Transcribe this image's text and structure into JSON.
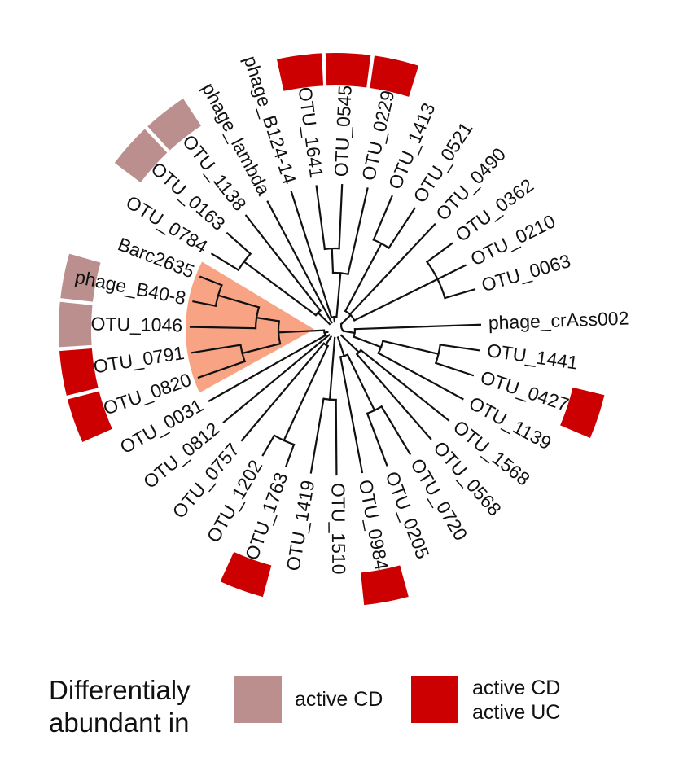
{
  "colors": {
    "active_cd": "#bc8f8f",
    "active_cd_uc": "#cc0000",
    "clade_highlight": "#f79c7a",
    "branch": "#111111"
  },
  "tips": [
    {
      "label": "phage_crAss002",
      "marker": null
    },
    {
      "label": "OTU_1441",
      "marker": null
    },
    {
      "label": "OTU_0427",
      "marker": "active_cd_uc"
    },
    {
      "label": "OTU_1139",
      "marker": null
    },
    {
      "label": "OTU_1568",
      "marker": null
    },
    {
      "label": "OTU_0568",
      "marker": null
    },
    {
      "label": "OTU_0720",
      "marker": null
    },
    {
      "label": "OTU_0205",
      "marker": null
    },
    {
      "label": "OTU_0984",
      "marker": "active_cd_uc"
    },
    {
      "label": "OTU_1510",
      "marker": null
    },
    {
      "label": "OTU_1419",
      "marker": null
    },
    {
      "label": "OTU_1763",
      "marker": "active_cd_uc"
    },
    {
      "label": "OTU_1202",
      "marker": null
    },
    {
      "label": "OTU_0757",
      "marker": null
    },
    {
      "label": "OTU_0812",
      "marker": null
    },
    {
      "label": "OTU_0031",
      "marker": null
    },
    {
      "label": "OTU_0820",
      "marker": "active_cd_uc"
    },
    {
      "label": "OTU_0791",
      "marker": "active_cd_uc"
    },
    {
      "label": "OTU_1046",
      "marker": "active_cd"
    },
    {
      "label": "phage_B40-8",
      "marker": "active_cd"
    },
    {
      "label": "Barc2635",
      "marker": null
    },
    {
      "label": "OTU_0784",
      "marker": null
    },
    {
      "label": "OTU_0163",
      "marker": "active_cd"
    },
    {
      "label": "OTU_1138",
      "marker": "active_cd"
    },
    {
      "label": "phage_lambda",
      "marker": null
    },
    {
      "label": "phage_B124-14",
      "marker": null
    },
    {
      "label": "OTU_1641",
      "marker": "active_cd_uc"
    },
    {
      "label": "OTU_0545",
      "marker": "active_cd_uc"
    },
    {
      "label": "OTU_0229",
      "marker": "active_cd_uc"
    },
    {
      "label": "OTU_1413",
      "marker": null
    },
    {
      "label": "OTU_0521",
      "marker": null
    },
    {
      "label": "OTU_0490",
      "marker": null
    },
    {
      "label": "OTU_0362",
      "marker": null
    },
    {
      "label": "OTU_0210",
      "marker": null
    },
    {
      "label": "OTU_0063",
      "marker": null
    }
  ],
  "highlighted_clade": [
    "OTU_0820",
    "OTU_0791",
    "OTU_1046",
    "phage_B40-8",
    "Barc2635"
  ],
  "legend": {
    "title_line1": "Differentialy",
    "title_line2": "abundant in",
    "item1_label": "active CD",
    "item2_line1": "active CD",
    "item2_line2": "active UC"
  }
}
